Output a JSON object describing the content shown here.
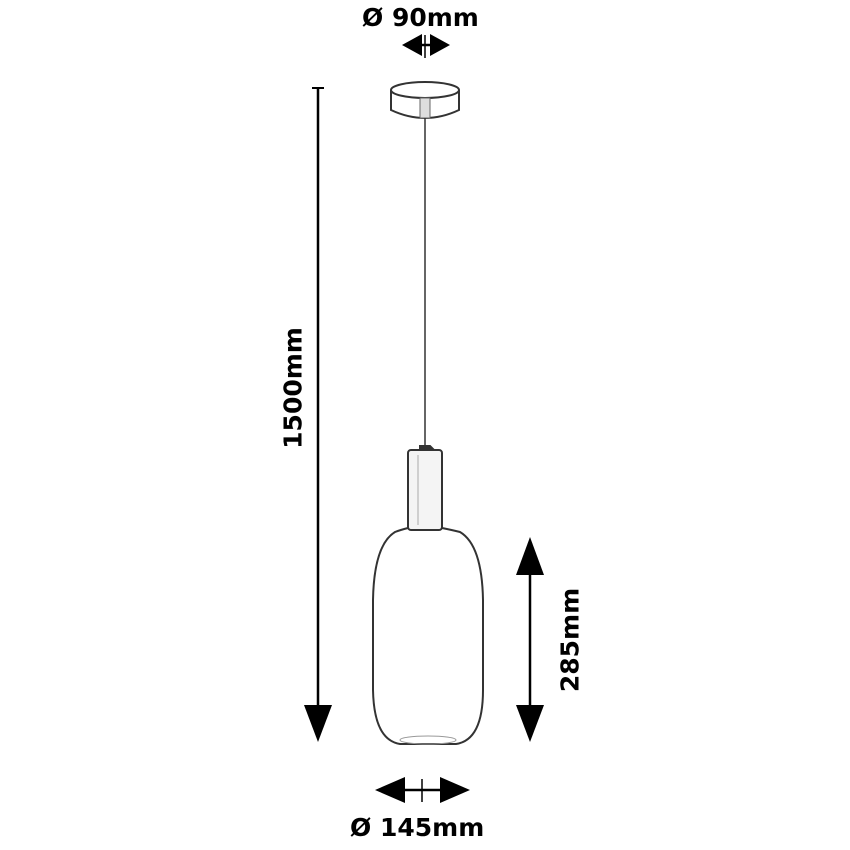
{
  "dimensions": {
    "canopy_diameter": "Ø 90mm",
    "total_height": "1500mm",
    "shade_height": "285mm",
    "shade_diameter": "Ø 145mm"
  },
  "colors": {
    "line": "#000000",
    "drawing": "#333333",
    "background": "#ffffff"
  }
}
